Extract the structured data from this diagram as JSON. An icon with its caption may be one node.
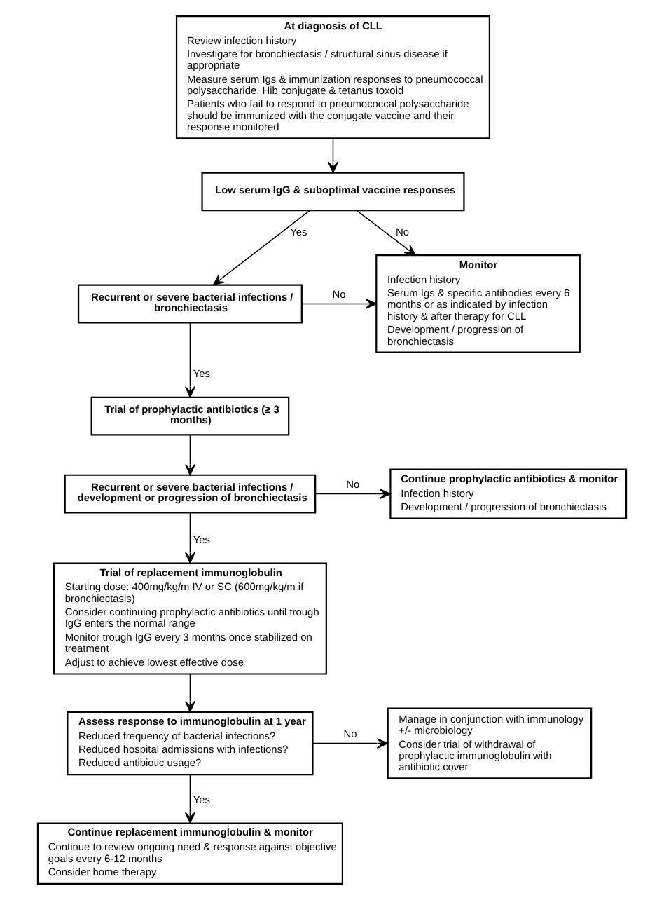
{
  "diagram": {
    "nodes": [
      {
        "text": [
          "At diagnosis of CLL",
          "Review infection history",
          "Investigate for bronchiectasis / structural sinus disease if appropriate",
          "Measure serum Igs & immunization responses to pneumococcal polysaccharide, Hib conjugate & tetanus toxoid",
          "Patients who fail to respond to pneumococcal polysaccharide should be immunized with the conjugate vaccine and their response monitored"
        ]
      },
      {
        "text": [
          "Low serum IgG & suboptimal vaccine responses"
        ]
      },
      {
        "text": [
          "Recurrent or severe bacterial infections / bronchiectasis"
        ]
      },
      {
        "text": [
          "Monitor",
          "Infection history",
          "Serum Igs & specific antibodies every 6 months or as indicated by infection history & after therapy for CLL",
          "Development / progression of bronchiectasis"
        ]
      },
      {
        "text": [
          "Trial of prophylactic antibiotics (≥ 3 months)"
        ]
      },
      {
        "text": [
          "Recurrent or severe bacterial infections / development or progression of bronchiectasis"
        ]
      },
      {
        "text": [
          "Continue prophylactic antibiotics & monitor",
          "Infection history",
          "Development / progression of bronchiectasis"
        ]
      },
      {
        "text": [
          "Trial of replacement immunoglobulin",
          "Starting dose: 400mg/kg/m IV or SC (600mg/kg/m if bronchiectasis)",
          "Consider continuing prophylactic antibiotics until trough IgG enters the normal range",
          "Monitor trough IgG every 3 months once stabilized on treatment",
          "Adjust to achieve lowest effective dose"
        ]
      },
      {
        "text": [
          "Assess response to immunoglobulin at 1 year",
          "Reduced frequency of bacterial infections?",
          "Reduced hospital admissions with infections?",
          "Reduced antibiotic usage?"
        ]
      },
      {
        "text": [
          "Manage in conjunction with immunology +/- microbiology",
          "Consider trial of withdrawal of prophylactic immunoglobulin with antibiotic cover"
        ]
      },
      {
        "text": [
          "Continue replacement immunoglobulin & monitor",
          "Continue to review ongoing need & response against objective goals every 6-12 months",
          "Consider home therapy"
        ]
      }
    ],
    "edges": [
      {
        "from": 0,
        "to": 1,
        "arrow": "to"
      },
      {
        "from": 1,
        "to": 2,
        "arrow": "to",
        "label": "Yes"
      },
      {
        "from": 1,
        "to": 3,
        "arrow": "to",
        "label": "No"
      },
      {
        "from": 2,
        "to": 3,
        "arrow": "to",
        "label": "No"
      },
      {
        "from": 2,
        "to": 4,
        "arrow": "to",
        "label": "Yes"
      },
      {
        "from": 4,
        "to": 5,
        "arrow": "to"
      },
      {
        "from": 5,
        "to": 6,
        "arrow": "to",
        "label": "No"
      },
      {
        "from": 5,
        "to": 7,
        "arrow": "to",
        "label": "Yes"
      },
      {
        "from": 7,
        "to": 8,
        "arrow": "to"
      },
      {
        "from": 8,
        "to": 9,
        "arrow": "to",
        "label": "No"
      },
      {
        "from": 8,
        "to": 10,
        "arrow": "to",
        "label": "Yes"
      }
    ]
  }
}
